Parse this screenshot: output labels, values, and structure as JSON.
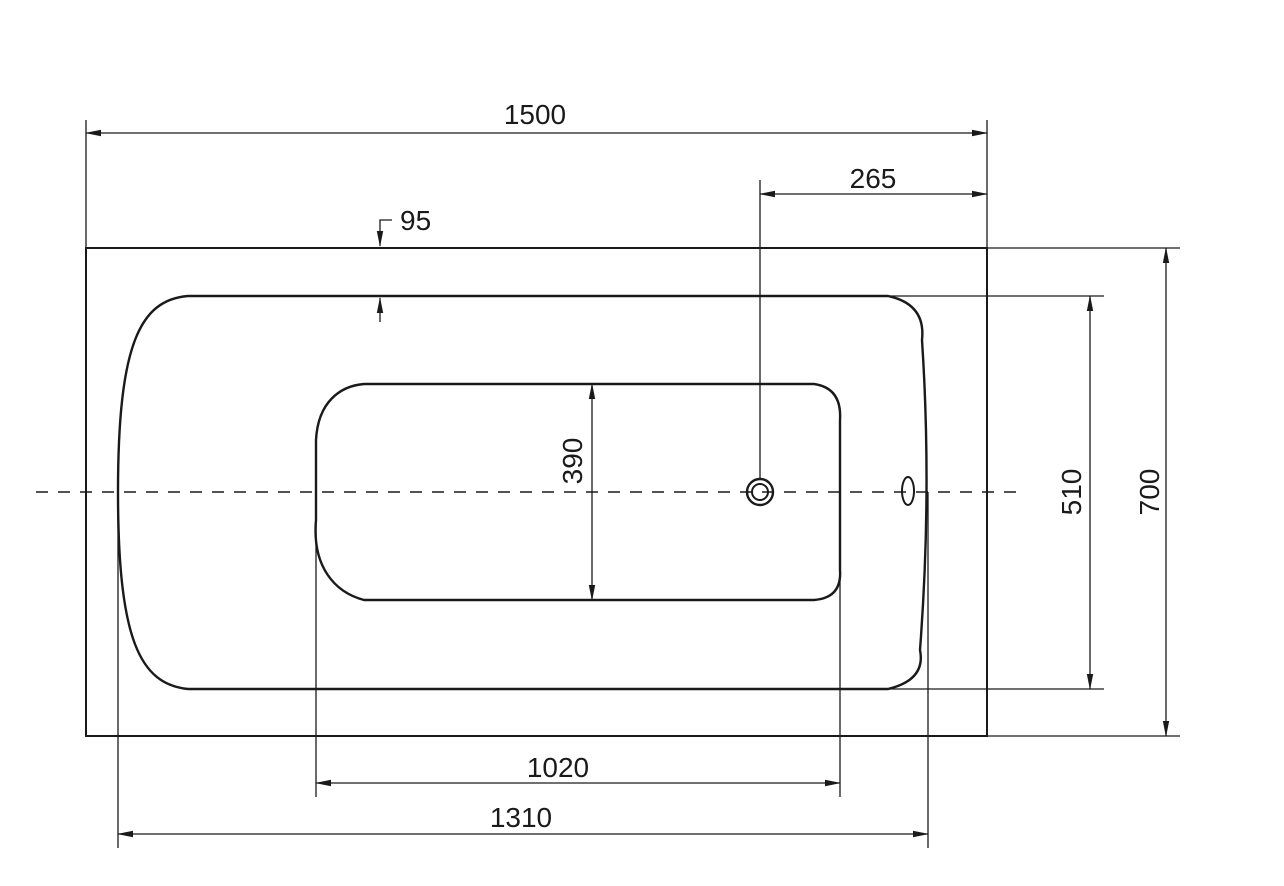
{
  "drawing": {
    "dimensions": {
      "overall_length": "1500",
      "drain_offset": "265",
      "rim_width": "95",
      "inner_bottom_width": "390",
      "inner_top_width": "510",
      "overall_width": "700",
      "inner_bottom_length": "1020",
      "inner_top_length": "1310"
    },
    "colors": {
      "line": "#1a1a1a",
      "background": "#ffffff"
    }
  }
}
